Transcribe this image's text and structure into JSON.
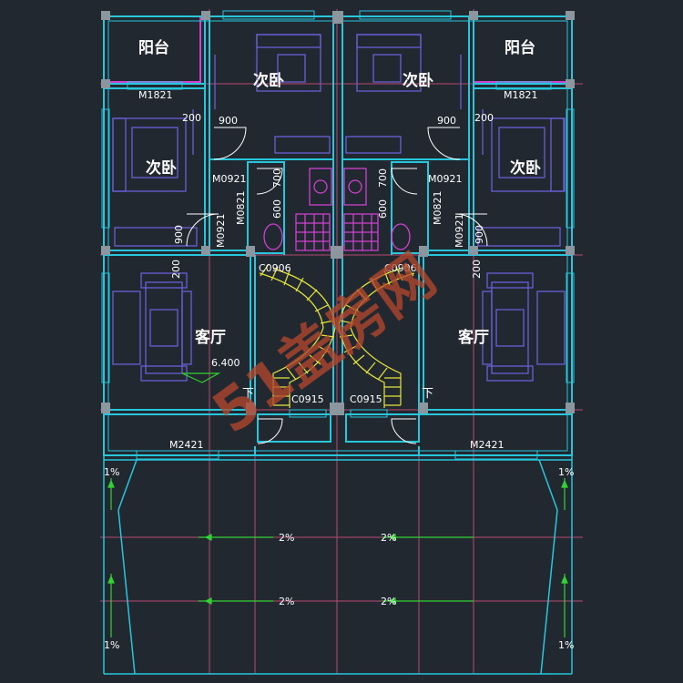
{
  "rooms": {
    "balcony_left": "阳台",
    "balcony_right": "阳台",
    "bedroom_top_left": "次卧",
    "bedroom_top_right": "次卧",
    "bedroom_mid_left": "次卧",
    "bedroom_mid_right": "次卧",
    "living_left": "客厅",
    "living_right": "客厅"
  },
  "door_codes": {
    "m1821_left": "M1821",
    "m1821_right": "M1821",
    "m0921_left_a": "M0921",
    "m0921_right_a": "M0921",
    "m0921_left_b": "M0921",
    "m0821_left": "M0821",
    "m0821_right": "M0821",
    "m0921_right_b": "M0921",
    "m2421_left": "M2421",
    "m2421_right": "M2421"
  },
  "window_codes": {
    "c0906_left": "C0906",
    "c0906_right": "C0906",
    "c0915_left": "C0915",
    "c0915_right": "C0915"
  },
  "dimensions": {
    "d900_left": "900",
    "d900_right": "900",
    "d200_a": "200",
    "d200_b": "200",
    "d200_c": "200",
    "d200_d": "200",
    "d700_left": "700",
    "d700_right": "700",
    "d600_left": "600",
    "d600_right": "600",
    "d900_v_left": "900",
    "d900_v_right": "900"
  },
  "elevation": "6.400",
  "stair_down_left": "下",
  "stair_down_right": "下",
  "slopes": {
    "s1": "1%",
    "s2": "1%",
    "s3": "1%",
    "s4": "1%",
    "r1": "2%",
    "r2": "2%",
    "r3": "2%",
    "r4": "2%"
  },
  "watermark": "51盖房网",
  "colors": {
    "background": "#212830",
    "wall": "#27c6db",
    "column": "#8c969e",
    "magenta": "#d040d0",
    "furniture": "#6a5fd8",
    "stair": "#e6e63a",
    "axis": "#b64a70",
    "green": "#33d233",
    "watermark": "#b2472e"
  }
}
